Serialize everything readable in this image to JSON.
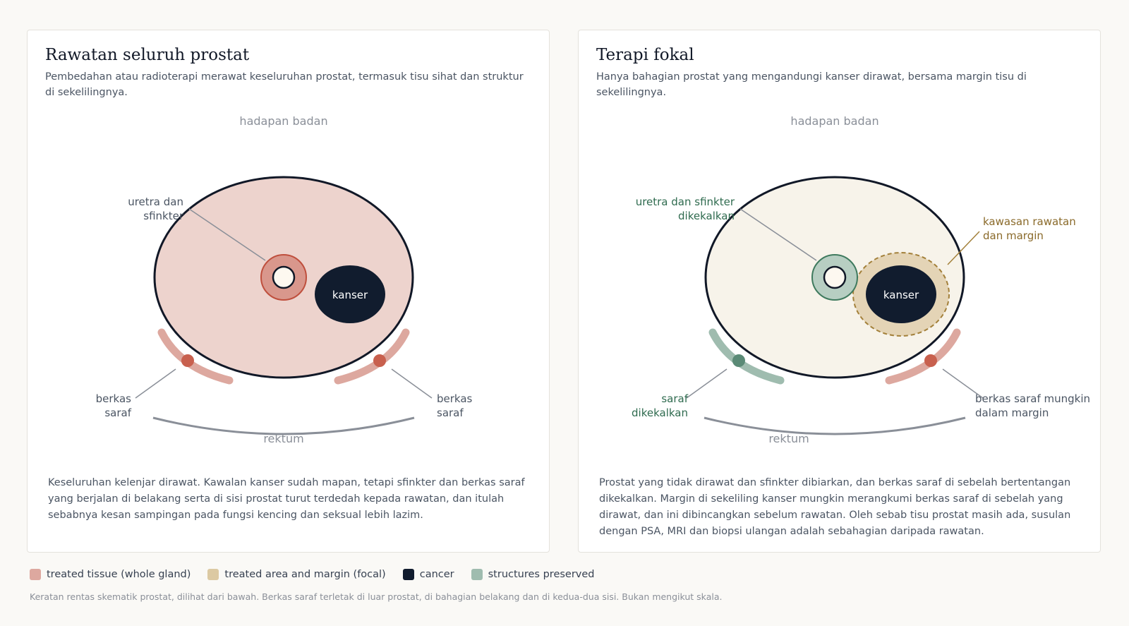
{
  "panels": {
    "whole": {
      "title": "Rawatan seluruh prostat",
      "subtitle": "Pembedahan atau radioterapi merawat keseluruhan prostat, termasuk tisu sihat dan struktur di sekelilingnya.",
      "orientation_top": "hadapan badan",
      "orientation_bottom": "rektum",
      "cancer_label": "kanser",
      "urethra_label_line1": "uretra dan",
      "urethra_label_line2": "sfinkter",
      "nerve_left_line1": "berkas",
      "nerve_left_line2": "saraf",
      "nerve_right_line1": "berkas",
      "nerve_right_line2": "saraf",
      "description": "Keseluruhan kelenjar dirawat. Kawalan kanser sudah mapan, tetapi sfinkter dan berkas saraf yang berjalan di belakang serta di sisi prostat turut terdedah kepada rawatan, dan itulah sebabnya kesan sampingan pada fungsi kencing dan seksual lebih lazim."
    },
    "focal": {
      "title": "Terapi fokal",
      "subtitle": "Hanya bahagian prostat yang mengandungi kanser dirawat, bersama margin tisu di sekelilingnya.",
      "orientation_top": "hadapan badan",
      "orientation_bottom": "rektum",
      "cancer_label": "kanser",
      "urethra_label_line1": "uretra dan sfinkter",
      "urethra_label_line2": "dikekalkan",
      "margin_label_line1": "kawasan rawatan",
      "margin_label_line2": "dan margin",
      "nerve_left_line1": "saraf",
      "nerve_left_line2": "dikekalkan",
      "nerve_right_line1": "berkas saraf mungkin",
      "nerve_right_line2": "dalam margin",
      "description": "Prostat yang tidak dirawat dan sfinkter dibiarkan, dan berkas saraf di sebelah bertentangan dikekalkan. Margin di sekeliling kanser mungkin merangkumi berkas saraf di sebelah yang dirawat, dan ini dibincangkan sebelum rawatan. Oleh sebab tisu prostat masih ada, susulan dengan PSA, MRI dan biopsi ulangan adalah sebahagian daripada rawatan."
    }
  },
  "legend": [
    {
      "label": "treated tissue (whole gland)",
      "color": "#dda89f"
    },
    {
      "label": "treated area and margin (focal)",
      "color": "#dcc9a2"
    },
    {
      "label": "cancer",
      "color": "#111c2e"
    },
    {
      "label": "structures preserved",
      "color": "#9fbcaf"
    }
  ],
  "caption": "Keratan rentas skematik prostat, dilihat dari bawah. Berkas saraf terletak di luar prostat, di bahagian belakang dan di kedua-dua sisi. Bukan mengikut skala.",
  "colors": {
    "treated": "#edd3cd",
    "treated_dark": "#d9978c",
    "treated_stroke": "#bf4f3d",
    "untreated": "#f7f3ea",
    "margin_fill": "#e4d4b6",
    "margin_stroke": "#a3803a",
    "cancer": "#111c2e",
    "preserved": "#b7cec2",
    "preserved_dark": "#5a8a76",
    "preserved_text": "#2f6b4f",
    "margin_text": "#8a6a2a"
  }
}
